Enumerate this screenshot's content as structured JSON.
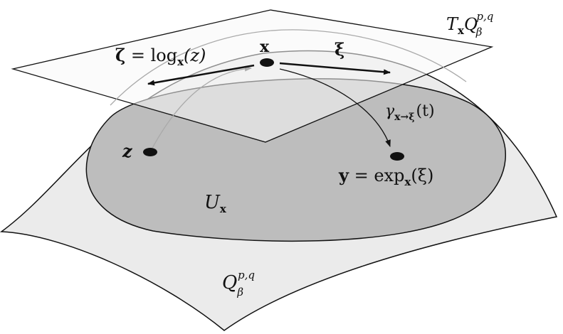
{
  "labels": {
    "tangent_space": "T",
    "tangent_space_sub": "x",
    "tangent_space_manifold": "Q",
    "tangent_space_manifold_sub": "β",
    "tangent_space_manifold_sup": "p,q",
    "point_x": "x",
    "log_lhs": "ζ",
    "log_eq": " = log",
    "log_sub": "x",
    "log_arg": "(z)",
    "xi": "ξ",
    "geodesic_gamma": "γ",
    "geodesic_sub": "x→ξ",
    "geodesic_arg": "(t)",
    "point_z": "z",
    "exp_lhs": "y",
    "exp_eq": " = exp",
    "exp_sub": "x",
    "exp_arg": "(ξ)",
    "neighborhood": "U",
    "neighborhood_sub": "x",
    "manifold": "Q",
    "manifold_sub": "β",
    "manifold_sup": "p,q"
  },
  "colors": {
    "manifold_fill": "#ebebeb",
    "neighborhood_fill": "#bdbdbd",
    "plane_fill": "#f7f7f7",
    "stroke": "#111111",
    "ghost_stroke": "#aaaaaa"
  }
}
